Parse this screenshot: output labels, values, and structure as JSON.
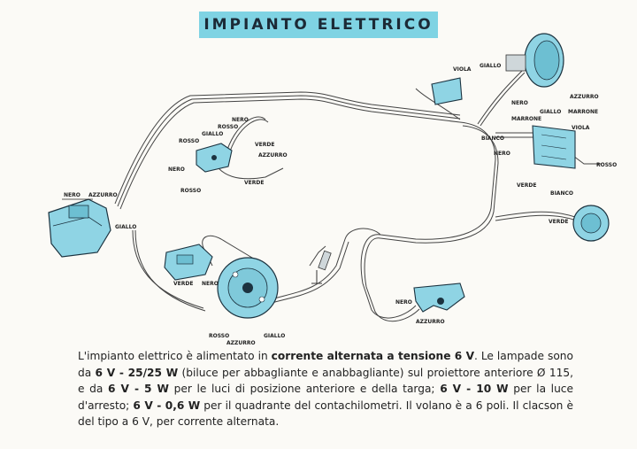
{
  "title": "IMPIANTO ELETTRICO",
  "labels": {
    "left_nero": "NERO",
    "left_azzurro": "AZZURRO",
    "left_giallo": "GIALLO",
    "c_nero_top": "NERO",
    "c_rosso_top": "ROSSO",
    "c_giallo": "GIALLO",
    "c_rosso_left": "ROSSO",
    "c_verde": "VERDE",
    "c_azzurro": "AZZURRO",
    "c_nero_mid": "NERO",
    "c_verde_low": "VERDE",
    "c_rosso_low": "ROSSO",
    "m_verde": "VERDE",
    "m_nero": "NERO",
    "m_rosso": "ROSSO",
    "m_azzurro": "AZZURRO",
    "m_giallo": "GIALLO",
    "b_nero": "NERO",
    "b_azzurro": "AZZURRO",
    "r_viola_top": "VIOLA",
    "r_giallo_top": "GIALLO",
    "r_azzurro": "AZZURRO",
    "r_nero": "NERO",
    "r_giallo": "GIALLO",
    "r_marrone_l": "MARRONE",
    "r_marrone_r": "MARRONE",
    "r_viola": "VIOLA",
    "r_bianco": "BIANCO",
    "r_nero_mid": "NERO",
    "r_rosso": "ROSSO",
    "r_verde": "VERDE",
    "r_bianco_low": "BIANCO",
    "r_verde_low": "VERDE"
  },
  "caption": {
    "p1": "L'impianto elettrico è alimentato in ",
    "b1": "corrente alternata a tensione 6 V",
    "p2": ". Le lampade sono da ",
    "b2": "6 V - 25/25 W",
    "p3": " (biluce per abbagliante e anabbagliante) sul proiettore anteriore Ø 115, e da ",
    "b3": "6 V - 5 W",
    "p4": " per le luci di posizione anteriore e della targa; ",
    "b4": "6 V - 10 W",
    "p5": " per la luce d'arresto; ",
    "b5": "6 V - 0,6 W",
    "p6": " per il quadrante del contachilometri. Il volano è a 6 poli. Il clacson è del tipo a 6 V, per corrente alternata."
  },
  "colors": {
    "title_bg": "#7fd3e3",
    "component_blue": "#8fd4e4",
    "wire": "#444444"
  }
}
